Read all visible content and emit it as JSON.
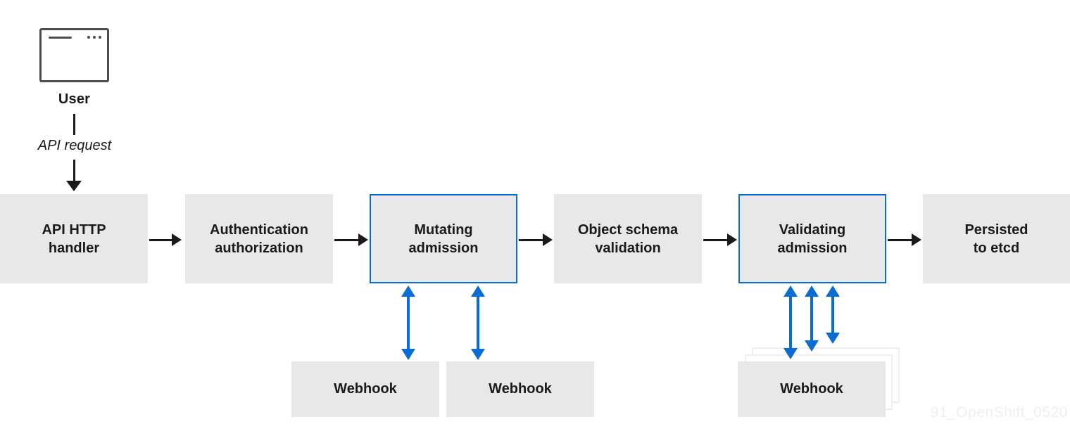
{
  "colors": {
    "accent_blue": "#0b6cd4",
    "box_fill": "#e8e8e8",
    "text": "#1a1a1a",
    "arrow_black": "#1a1a1a",
    "icon_stroke": "#4d4d4d",
    "stack_outline": "#efefef",
    "watermark": "#efefef"
  },
  "user_flow": {
    "user_label": "User",
    "request_label": "API request"
  },
  "pipeline": {
    "boxes": [
      {
        "label": "API HTTP\nhandler",
        "highlighted": false
      },
      {
        "label": "Authentication\nauthorization",
        "highlighted": false
      },
      {
        "label": "Mutating\nadmission",
        "highlighted": true
      },
      {
        "label": "Object schema\nvalidation",
        "highlighted": false
      },
      {
        "label": "Validating\nadmission",
        "highlighted": true
      },
      {
        "label": "Persisted\nto etcd",
        "highlighted": false
      }
    ]
  },
  "webhooks": {
    "mutating": [
      {
        "label": "Webhook"
      },
      {
        "label": "Webhook"
      }
    ],
    "validating": [
      {
        "label": "Webhook"
      }
    ]
  },
  "icons": {
    "user": "browser-window-icon"
  },
  "watermark": "91_OpenShift_0520"
}
